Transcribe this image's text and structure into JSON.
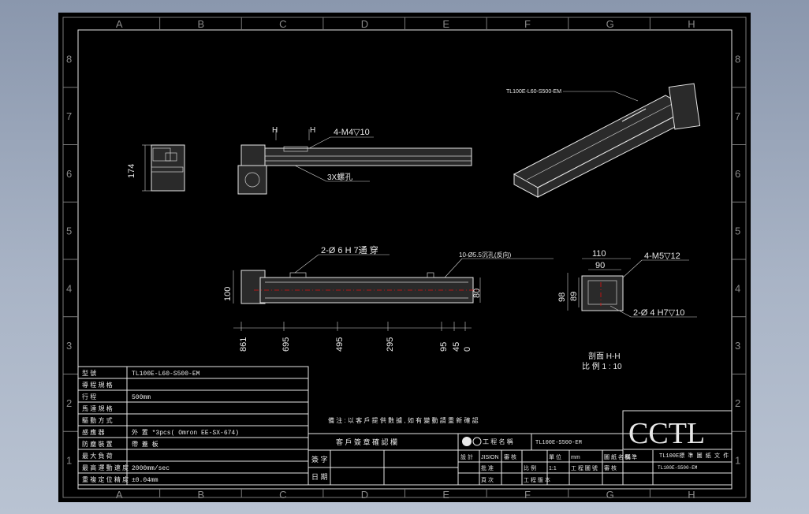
{
  "zones": {
    "columns": [
      "A",
      "B",
      "C",
      "D",
      "E",
      "F",
      "G",
      "H"
    ],
    "rows": [
      "8",
      "7",
      "6",
      "5",
      "4",
      "3",
      "2",
      "1"
    ]
  },
  "views": {
    "side": {
      "height_dim": "174"
    },
    "top_view": {
      "section_mark_left": "H",
      "section_mark_right": "H",
      "thread_callout": "4-M4▽10",
      "hole_callout": "3X螺孔"
    },
    "iso_view": {
      "model_label": "TL100E-L60-S500-EM"
    },
    "front_view": {
      "pin_callout": "2-Ø 6 H 7通 穿",
      "hole_callout": "10-Ø5.5沉孔(反向)",
      "left_height": "100",
      "right_height": "80",
      "bottom_dims": [
        "861",
        "695",
        "495",
        "295",
        "95",
        "45",
        "0"
      ]
    },
    "section_view": {
      "width_outer": "110",
      "width_inner": "90",
      "height_outer": "98",
      "height_inner": "89",
      "thread_callout": "4-M5▽12",
      "pin_callout": "2-Ø 4  H7▽10",
      "title": "剖面 H-H",
      "scale": "比 例 1 : 10"
    }
  },
  "spec_table": {
    "rows": [
      {
        "label": "型 號",
        "value": "TL100E-L60-S500-EM"
      },
      {
        "label": "導 程 規 格",
        "value": ""
      },
      {
        "label": "行 程",
        "value": "500mm"
      },
      {
        "label": "馬 達 規 格",
        "value": ""
      },
      {
        "label": "驅 動 方 式",
        "value": ""
      },
      {
        "label": "感 應 器",
        "value": "外 置 *3pcs( Omron EE-SX-674)"
      },
      {
        "label": "防 塵 裝 置",
        "value": "帶 蓋 板"
      },
      {
        "label": "最 大 負 荷",
        "value": ""
      },
      {
        "label": "最 高 運 動 速 度",
        "value": "2000mm/sec"
      },
      {
        "label": "重 複 定 位 精 度",
        "value": "±0.04mm"
      }
    ]
  },
  "note": "備 注 : 以 客 戶 提 供 數 據 , 如 有 變 動 請 重 新 確 認",
  "customer_box": {
    "title": "客 戶 簽 章 確 認 欄",
    "row1": "簽 字",
    "row2": "日 期"
  },
  "title_block": {
    "company_tag": "工 程 名 稱",
    "drawing_model": "TL100E-S500-EM",
    "logo": "CCTL",
    "cells": [
      "設 計",
      "JISION",
      "審 核",
      "",
      "單 位",
      "mm",
      "圖 紙 名 稱",
      "標 準",
      "",
      "批 准",
      "",
      "比 例",
      "1:1",
      "工 程 圖 號",
      "審 核",
      "",
      "",
      "頁 次",
      "",
      "工 程 版 本"
    ],
    "drawing_name": "TL100E標 準 圖 紙 文 件",
    "drawing_number": "TL100E-S500-EM"
  }
}
